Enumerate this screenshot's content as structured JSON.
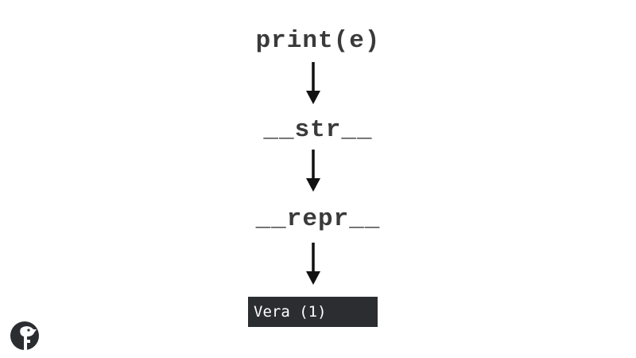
{
  "flow": {
    "steps": [
      "print(e)",
      "__str__",
      "__repr__"
    ],
    "output": "Vera (1)"
  },
  "colors": {
    "text": "#3a3a3a",
    "arrow": "#111111",
    "output_bg": "#2b2d31",
    "output_text": "#ffffff",
    "logo": "#2b2d31"
  },
  "icons": {
    "arrow": "down-arrow-icon",
    "logo": "python-brand-logo-icon"
  }
}
